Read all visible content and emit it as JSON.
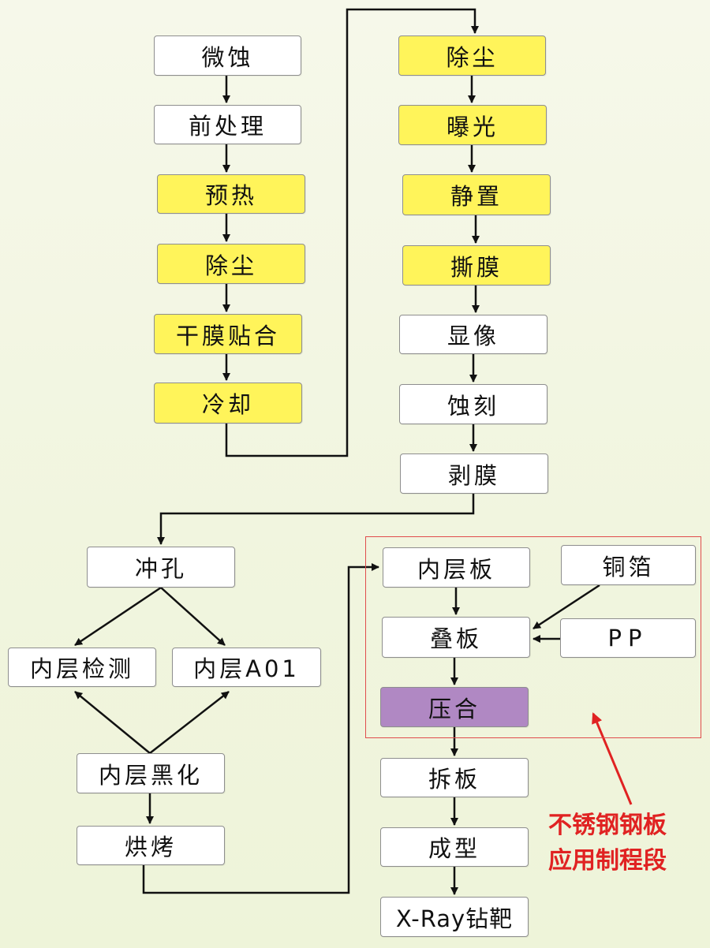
{
  "nodes": {
    "microetch": "微蚀",
    "pretreat": "前处理",
    "preheat": "预热",
    "dust1": "除尘",
    "dryfilm": "干膜贴合",
    "cool": "冷却",
    "dust2": "除尘",
    "expose": "曝光",
    "rest": "静置",
    "peel": "撕膜",
    "develop": "显像",
    "etch": "蚀刻",
    "strip": "剥膜",
    "punch": "冲孔",
    "inspect": "内层检测",
    "aoi": "内层A01",
    "blackox": "内层黑化",
    "bake": "烘烤",
    "inner": "内层板",
    "copper": "铜箔",
    "layup": "叠板",
    "pp": "PP",
    "press": "压合",
    "breakdown": "拆板",
    "form": "成型",
    "xray": "X-Ray钻靶"
  },
  "annotation": {
    "line1": "不锈钢钢板",
    "line2": "应用制程段"
  },
  "colors": {
    "highlight_yellow": "#fff45a",
    "highlight_purple": "#b088c3",
    "annotation_red": "#e02222"
  }
}
